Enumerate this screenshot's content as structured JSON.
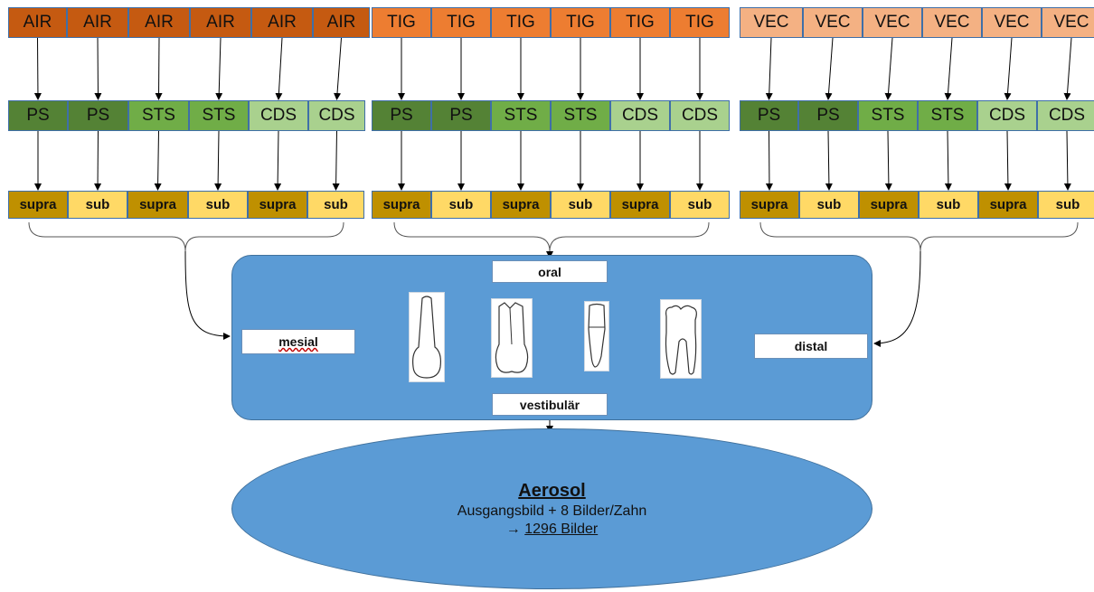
{
  "groups": [
    {
      "method": "AIR",
      "methods": [
        "AIR",
        "AIR",
        "AIR",
        "AIR",
        "AIR",
        "AIR"
      ],
      "tips": [
        "PS",
        "PS",
        "STS",
        "STS",
        "CDS",
        "CDS"
      ],
      "sites": [
        "supra",
        "sub",
        "supra",
        "sub",
        "supra",
        "sub"
      ]
    },
    {
      "method": "TIG",
      "methods": [
        "TIG",
        "TIG",
        "TIG",
        "TIG",
        "TIG",
        "TIG"
      ],
      "tips": [
        "PS",
        "PS",
        "STS",
        "STS",
        "CDS",
        "CDS"
      ],
      "sites": [
        "supra",
        "sub",
        "supra",
        "sub",
        "supra",
        "sub"
      ]
    },
    {
      "method": "VEC",
      "methods": [
        "VEC",
        "VEC",
        "VEC",
        "VEC",
        "VEC",
        "VEC"
      ],
      "tips": [
        "PS",
        "PS",
        "STS",
        "STS",
        "CDS",
        "CDS"
      ],
      "sites": [
        "supra",
        "sub",
        "supra",
        "sub",
        "supra",
        "sub"
      ]
    }
  ],
  "colors": {
    "AIR": "#c55a11",
    "TIG": "#ed7d31",
    "VEC": "#f4b183",
    "PS": "#548235",
    "STS": "#70ad47",
    "CDS": "#a9d18e",
    "supra": "#bf9000",
    "sub": "#ffd966",
    "panel": "#5b9bd5"
  },
  "panel": {
    "oral": "oral",
    "vestibular": "vestibulär",
    "mesial": "mesial",
    "distal": "distal",
    "teeth": [
      "incisor-tooth-icon",
      "premolar-tooth-icon",
      "canine-tooth-icon",
      "molar-tooth-icon"
    ]
  },
  "aerosol": {
    "title": "Aerosol",
    "line1": "Ausgangsbild + 8 Bilder/Zahn",
    "arrow": "→",
    "count": "1296 Bilder"
  }
}
